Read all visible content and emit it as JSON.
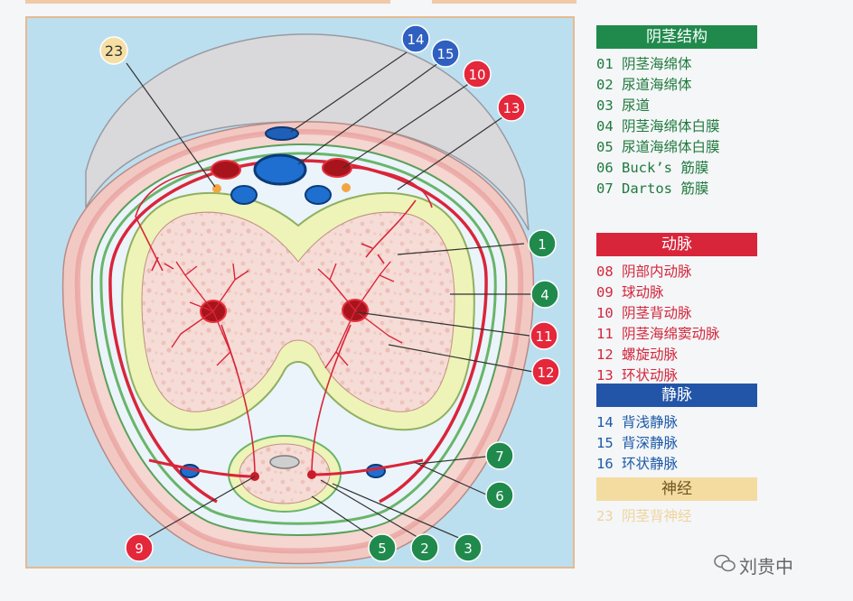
{
  "colors": {
    "structure": "#1f8a4c",
    "artery": "#d9253a",
    "vein": "#2255a8",
    "nerve": "#f4dba0"
  },
  "callouts": {
    "c1": "1",
    "c2": "2",
    "c3": "3",
    "c4": "4",
    "c5": "5",
    "c6": "6",
    "c7": "7",
    "c9": "9",
    "c10": "10",
    "c11": "11",
    "c12": "12",
    "c13": "13",
    "c14": "14",
    "c15": "15",
    "c23": "23"
  },
  "legend": {
    "structure": {
      "title": "阴茎结构",
      "items": [
        "01 阴茎海绵体",
        "02 尿道海绵体",
        "03 尿道",
        "04 阴茎海绵体白膜",
        "05 尿道海绵体白膜",
        "06 Buck’s 筋膜",
        "07 Dartos 筋膜"
      ]
    },
    "artery": {
      "title": "动脉",
      "items": [
        "08 阴部内动脉",
        "09 球动脉",
        "10 阴茎背动脉",
        "11 阴茎海绵窦动脉",
        "12 螺旋动脉",
        "13 环状动脉"
      ]
    },
    "vein": {
      "title": "静脉",
      "items": [
        "14 背浅静脉",
        "15 背深静脉",
        "16 环状静脉"
      ]
    },
    "nerve": {
      "title": "神经",
      "items": [
        "23 阴茎背神经"
      ]
    }
  },
  "watermark": "刘贵中"
}
